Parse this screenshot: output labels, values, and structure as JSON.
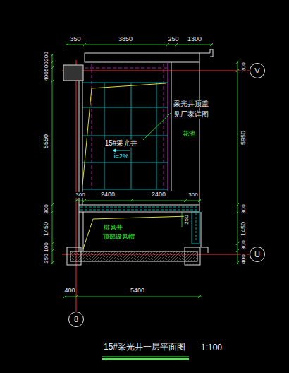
{
  "diagram": {
    "title": "15#采光井一层平面图",
    "nodes": [
      {
        "text": [
          "V"
        ]
      },
      {
        "text": [
          "U"
        ]
      },
      {
        "text": [
          "8"
        ]
      }
    ],
    "labels": [
      "350",
      "3850",
      "250",
      "1300",
      "200",
      "500",
      "400",
      "5550",
      "300",
      "1450",
      "100",
      "350",
      "200",
      "5950",
      "300",
      "1450",
      "300",
      "400",
      "300",
      "2400",
      "2400",
      "300",
      "250",
      "400",
      "5400",
      "采光井顶盖",
      "见厂家详图",
      "15#采光井",
      "i=2%",
      "花池",
      "排风井",
      "顶部设风帽",
      "1:100"
    ]
  }
}
